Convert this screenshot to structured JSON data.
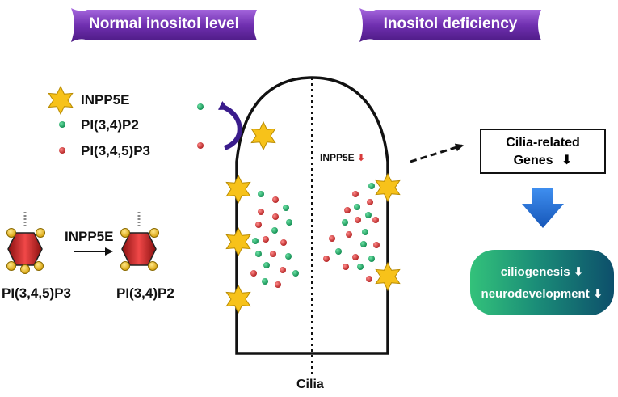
{
  "banners": {
    "left": "Normal inositol level",
    "right": "Inositol deficiency"
  },
  "legend": {
    "star": "INPP5E",
    "green": "PI(3,4)P2",
    "red": "PI(3,4,5)P3"
  },
  "reaction": {
    "enzyme": "INPP5E",
    "substrate": "PI(3,4,5)P3",
    "product": "PI(3,4)P2"
  },
  "cilia": {
    "label": "Cilia",
    "inpp5e_label": "INPP5E",
    "down_arrow": "⬇"
  },
  "genes_box": {
    "line1": "Cilia-related",
    "line2": "Genes",
    "arrow": "⬇"
  },
  "outcome": {
    "line1": "ciliogenesis",
    "line2": "neurodevelopment",
    "arrow": "⬇"
  },
  "colors": {
    "banner": "#6b2fa6",
    "banner_light": "#9b59d6",
    "star_fill": "#f7c21a",
    "green_dot": "#1ea567",
    "red_dot": "#d83a3a",
    "hexagon_red": "#e03030",
    "blue_arrow": "#1f6fd1",
    "curved_arrow": "#3a1c8c"
  }
}
